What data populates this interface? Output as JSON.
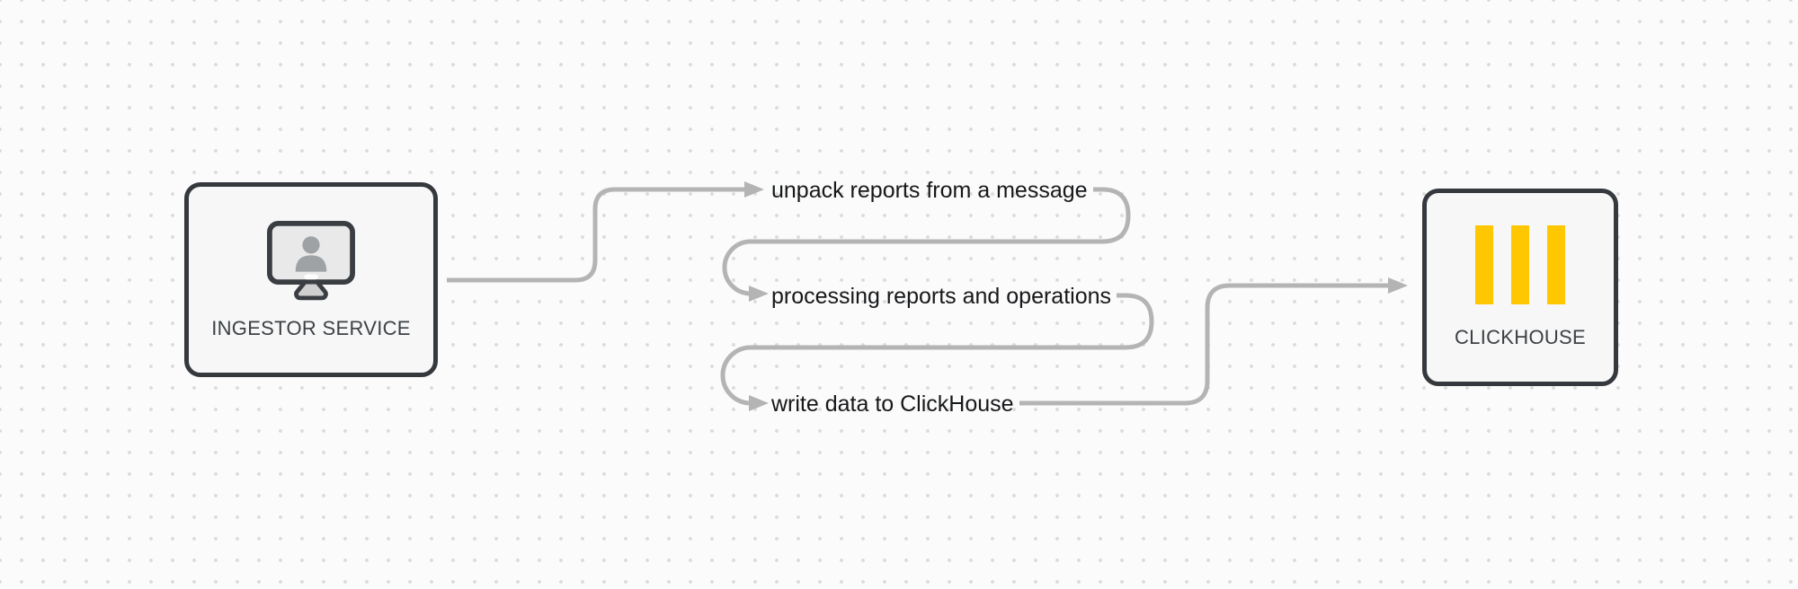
{
  "nodes": [
    {
      "id": "ingestor",
      "label": "INGESTOR SERVICE",
      "icon": "monitor-user-icon"
    },
    {
      "id": "clickhouse",
      "label": "CLICKHOUSE",
      "icon": "clickhouse-bars-icon"
    }
  ],
  "steps": [
    {
      "label": "unpack reports from a message"
    },
    {
      "label": "processing reports and operations"
    },
    {
      "label": "write data to ClickHouse"
    }
  ],
  "colors": {
    "background": "#fbfbfb",
    "dot_grid": "#dcdcdc",
    "flow_line": "#b4b4b4",
    "node_border": "#35383c",
    "node_fill": "#f6f7f6",
    "node_label": "#3d4145",
    "step_text": "#17181a",
    "clickhouse_yellow": "#ffc700"
  }
}
